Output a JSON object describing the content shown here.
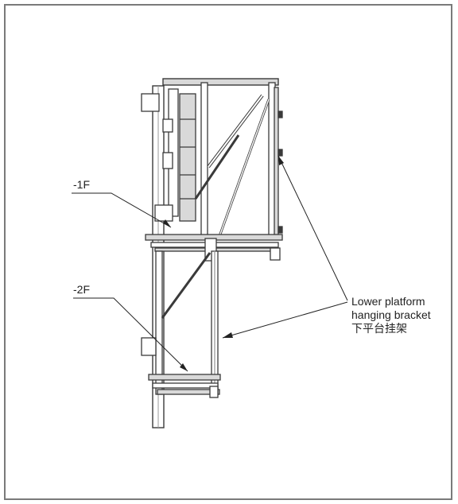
{
  "labels": {
    "level_1": "-1F",
    "level_2": "-2F"
  },
  "callout": {
    "line1": "Lower platform",
    "line2": "hanging bracket",
    "line3": "下平台挂架"
  },
  "colors": {
    "frame": "#7a7a7a",
    "steel": "#3a3a3a",
    "steel_light": "#9a9a9a",
    "panel": "#d9d9d9",
    "leader": "#222222"
  }
}
